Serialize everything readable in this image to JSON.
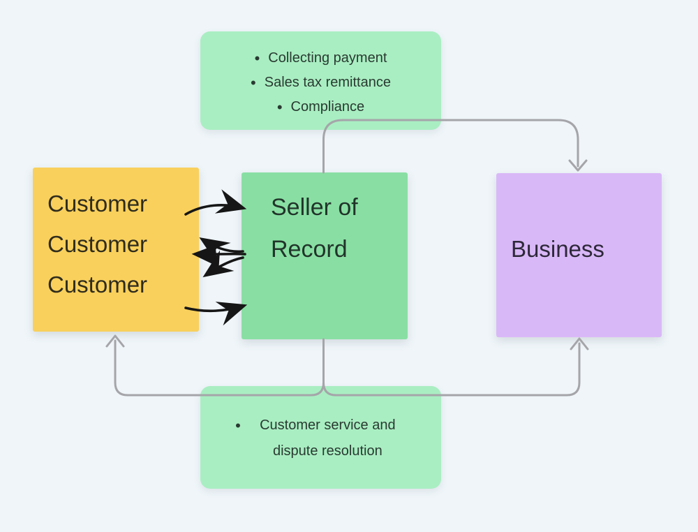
{
  "colors": {
    "background": "#eff5f9",
    "customer_box": "#f9d05c",
    "seller_box": "#89dfa3",
    "business_box": "#d9b8f7",
    "annotation_box": "#a9eec2",
    "connector": "#a5a5a9",
    "hand_arrow": "#161616",
    "customer_text": "#2f2c1d",
    "seller_text": "#21342a",
    "business_text": "#2d2839",
    "annotation_text": "#293a31"
  },
  "bullet": "•",
  "boxes": {
    "customer": {
      "lines": [
        "Customer",
        "Customer",
        "Customer"
      ]
    },
    "seller": {
      "lines": [
        "Seller of",
        "Record"
      ]
    },
    "business": {
      "label": "Business"
    }
  },
  "annotations": {
    "top": {
      "items": [
        "Collecting payment",
        "Sales tax remittance",
        "Compliance"
      ]
    },
    "bottom": {
      "items": [
        "Customer service and dispute resolution"
      ]
    }
  }
}
